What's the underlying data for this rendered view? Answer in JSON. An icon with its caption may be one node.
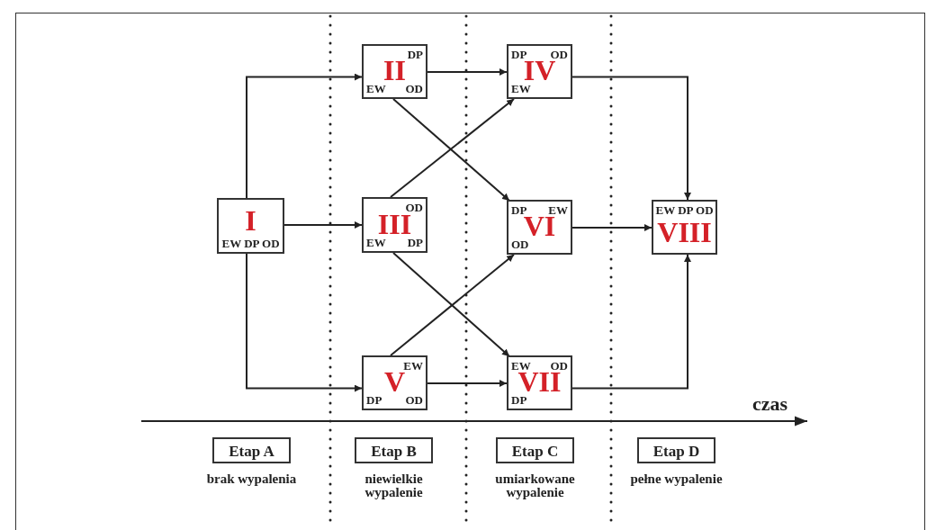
{
  "diagram": {
    "nodes": [
      {
        "text": [
          "I",
          "EW DP OD"
        ]
      },
      {
        "text": [
          "DP",
          "II",
          "EW",
          "OD"
        ]
      },
      {
        "text": [
          "OD",
          "III",
          "EW",
          "DP"
        ]
      },
      {
        "text": [
          "EW",
          "V",
          "DP",
          "OD"
        ]
      },
      {
        "text": [
          "DP",
          "OD",
          "IV",
          "EW"
        ]
      },
      {
        "text": [
          "DP",
          "EW",
          "VI",
          "OD"
        ]
      },
      {
        "text": [
          "EW",
          "OD",
          "VII",
          "DP"
        ]
      },
      {
        "text": [
          "EW DP OD",
          "VIII"
        ]
      },
      {
        "text": [
          "Etap A"
        ],
        "beside": [
          "brak wypalenia"
        ]
      },
      {
        "text": [
          "Etap B"
        ],
        "beside": [
          "niewielkie wypalenie"
        ]
      },
      {
        "text": [
          "Etap C"
        ],
        "beside": [
          "umiarkowane wypalenie"
        ]
      },
      {
        "text": [
          "Etap D"
        ],
        "beside": [
          "pełne wypalenie"
        ]
      }
    ],
    "edges": [
      {
        "from": 0,
        "to": 1,
        "arrow": "to"
      },
      {
        "from": 0,
        "to": 2,
        "arrow": "to"
      },
      {
        "from": 0,
        "to": 3,
        "arrow": "to"
      },
      {
        "from": 1,
        "to": 4,
        "arrow": "to"
      },
      {
        "from": 1,
        "to": 5,
        "arrow": "to"
      },
      {
        "from": 2,
        "to": 4,
        "arrow": "to"
      },
      {
        "from": 2,
        "to": 6,
        "arrow": "to"
      },
      {
        "from": 3,
        "to": 5,
        "arrow": "to"
      },
      {
        "from": 3,
        "to": 6,
        "arrow": "to"
      },
      {
        "from": 4,
        "to": 7,
        "arrow": "to"
      },
      {
        "from": 5,
        "to": 7,
        "arrow": "to"
      },
      {
        "from": 6,
        "to": 7,
        "arrow": "to"
      }
    ],
    "labels": [
      "czas"
    ]
  }
}
